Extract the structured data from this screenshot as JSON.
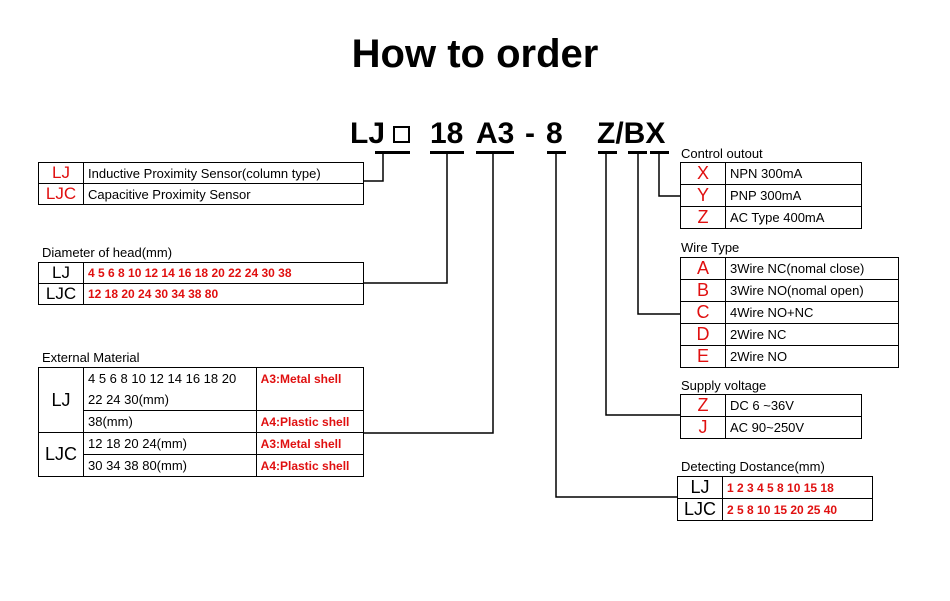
{
  "title": "How to order",
  "code": {
    "lj": "LJ",
    "dia": "18",
    "mat": "A3",
    "dash": "-",
    "dist": "8",
    "zbx": "Z/BX"
  },
  "sensor_type": {
    "rows": [
      {
        "code": "LJ",
        "text": "Inductive Proximity Sensor(column type)"
      },
      {
        "code": "LJC",
        "text": "Capacitive Proximity Sensor"
      }
    ]
  },
  "diameter": {
    "label": "Diameter of head(mm)",
    "rows": [
      {
        "code": "LJ",
        "values": "4 5 6 8 10 12 14 16 18 20 22 24 30 38"
      },
      {
        "code": "LJC",
        "values": "12 18 20 24 30 34 38 80"
      }
    ]
  },
  "material": {
    "label": "External Material",
    "lj": {
      "code": "LJ",
      "sizes1a": "4 5 6 8 10 12 14 16 18 20",
      "sizes1b": "22 24 30(mm)",
      "sizes2": "38(mm)",
      "metal": "A3:Metal shell",
      "plastic": "A4:Plastic shell"
    },
    "ljc": {
      "code": "LJC",
      "sizes1": "12 18 20 24(mm)",
      "sizes2": "30 34 38 80(mm)",
      "metal": "A3:Metal shell",
      "plastic": "A4:Plastic shell"
    }
  },
  "control_output": {
    "label": "Control outout",
    "rows": [
      {
        "code": "X",
        "text": "NPN 300mA"
      },
      {
        "code": "Y",
        "text": "PNP 300mA"
      },
      {
        "code": "Z",
        "text": "AC Type 400mA"
      }
    ]
  },
  "wire_type": {
    "label": "Wire Type",
    "rows": [
      {
        "code": "A",
        "text": "3Wire NC(nomal close)"
      },
      {
        "code": "B",
        "text": "3Wire NO(nomal open)"
      },
      {
        "code": "C",
        "text": "4Wire NO+NC"
      },
      {
        "code": "D",
        "text": "2Wire NC"
      },
      {
        "code": "E",
        "text": "2Wire NO"
      }
    ]
  },
  "supply_voltage": {
    "label": "Supply voltage",
    "rows": [
      {
        "code": "Z",
        "text": "DC 6 ~36V"
      },
      {
        "code": "J",
        "text": "AC 90~250V"
      }
    ]
  },
  "detecting_distance": {
    "label": "Detecting Dostance(mm)",
    "rows": [
      {
        "code": "LJ",
        "values": "1 2 3 4 5 8 10 15 18"
      },
      {
        "code": "LJC",
        "values": "2 5 8 10 15 20 25 40"
      }
    ]
  },
  "colors": {
    "accent": "#e01010",
    "text": "#000000",
    "background": "#ffffff"
  }
}
